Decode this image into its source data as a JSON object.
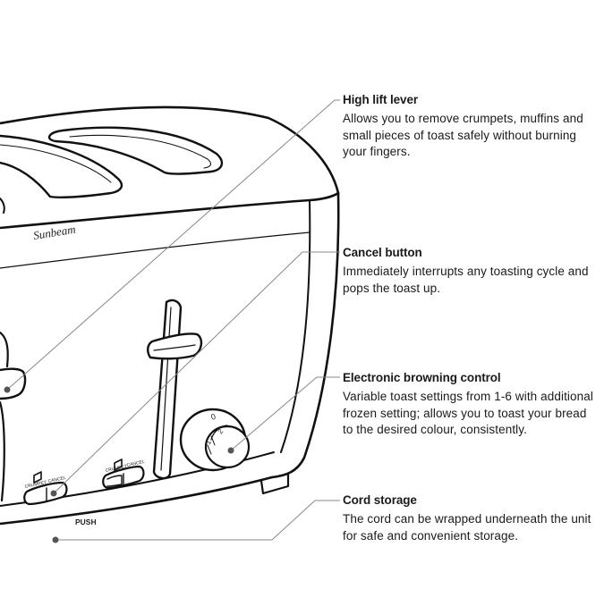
{
  "callouts": {
    "lever": {
      "title": "High lift lever",
      "text": "Allows you to remove crumpets, muffins and small pieces of toast safely without burning your fingers."
    },
    "cancel": {
      "title": "Cancel button",
      "text": "Immediately interrupts any toasting cycle and pops the toast up."
    },
    "browning": {
      "title": "Electronic browning control",
      "text": "Variable toast settings from 1-6 with additional frozen setting; allows you to toast your bread to the desired colour, consistently."
    },
    "cord": {
      "title": "Cord storage",
      "text": "The cord can be wrapped underneath the unit for safe and convenient storage."
    }
  },
  "toaster": {
    "brand": "Sunbeam",
    "push_label": "PUSH",
    "crumpet_label": "CRUMPET",
    "cancel_label": "CANCEL",
    "dial_marks": [
      "0",
      "1",
      "2"
    ]
  }
}
